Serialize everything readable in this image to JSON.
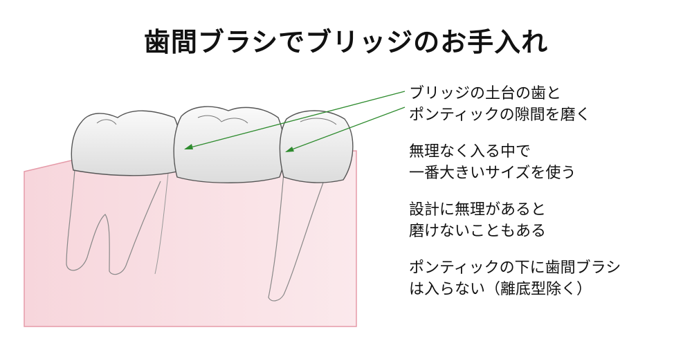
{
  "title": "歯間ブラシでブリッジのお手入れ",
  "notes": [
    [
      "ブリッジの土台の歯と",
      "ポンティックの隙間を磨く"
    ],
    [
      "無理なく入る中で",
      "一番大きいサイズを使う"
    ],
    [
      "設計に無理があると",
      "磨けないこともある"
    ],
    [
      "ポンティックの下に歯間ブラシ",
      "は入らない（離底型除く）"
    ]
  ],
  "colors": {
    "gum_fill": "#f8dde2",
    "gum_edge": "#e59aa8",
    "tooth_fill": "#f0f0f0",
    "tooth_edge": "#555555",
    "gap_highlight": "#6fe39a",
    "arrow": "#2e8b2e"
  }
}
